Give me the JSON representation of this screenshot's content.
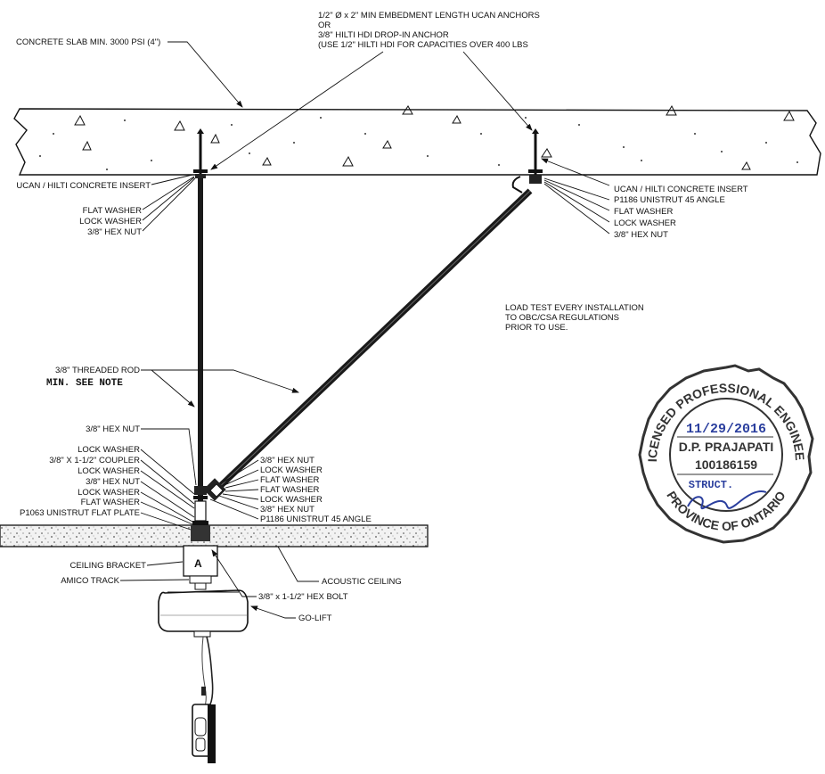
{
  "notes": {
    "anchor_spec": [
      "1/2\" Ø x 2\" MIN EMBEDMENT LENGTH UCAN ANCHORS",
      "OR",
      "3/8\" HILTI HDI DROP-IN ANCHOR",
      "(USE 1/2\" HILTI HDI FOR CAPACITIES OVER 400 LBS"
    ],
    "load_test": [
      "LOAD TEST EVERY INSTALLATION",
      "TO OBC/CSA REGULATIONS",
      "PRIOR TO USE."
    ]
  },
  "labels": {
    "concrete_slab": "CONCRETE SLAB MIN. 3000 PSI (4\")",
    "left_top": [
      "UCAN / HILTI CONCRETE INSERT",
      "FLAT WASHER",
      "LOCK WASHER",
      "3/8\" HEX NUT"
    ],
    "right_top": [
      "UCAN / HILTI CONCRETE INSERT",
      "P1186 UNISTRUT 45  ANGLE",
      "FLAT WASHER",
      "LOCK WASHER",
      "3/8\" HEX NUT"
    ],
    "threaded_rod": "3/8\" THREADED ROD",
    "threaded_rod_note": "MIN. SEE NOTE",
    "left_bottom": [
      "3/8\" HEX NUT",
      "LOCK WASHER",
      "3/8\" X 1-1/2\" COUPLER",
      "LOCK WASHER",
      "3/8\" HEX NUT",
      "LOCK WASHER",
      "FLAT WASHER",
      "P1063 UNISTRUT FLAT PLATE"
    ],
    "mid_bottom": [
      "3/8\" HEX NUT",
      "LOCK WASHER",
      "FLAT WASHER",
      "FLAT WASHER",
      "LOCK WASHER",
      "3/8\" HEX NUT",
      "P1186 UNISTRUT 45  ANGLE"
    ],
    "ceiling_bracket": "CEILING BRACKET",
    "amico_track": "AMICO TRACK",
    "acoustic_ceiling": "ACOUSTIC CEILING",
    "hex_bolt": "3/8\" x 1-1/2\" HEX BOLT",
    "go_lift": "GO-LIFT"
  },
  "stamp": {
    "top_arc": "LICENSED PROFESSIONAL ENGINEER",
    "bottom_arc": "PROVINCE OF ONTARIO",
    "date": "11/29/2016",
    "name": "D.P. PRAJAPATI",
    "number": "100186159",
    "handwritten": "STRUCT."
  }
}
